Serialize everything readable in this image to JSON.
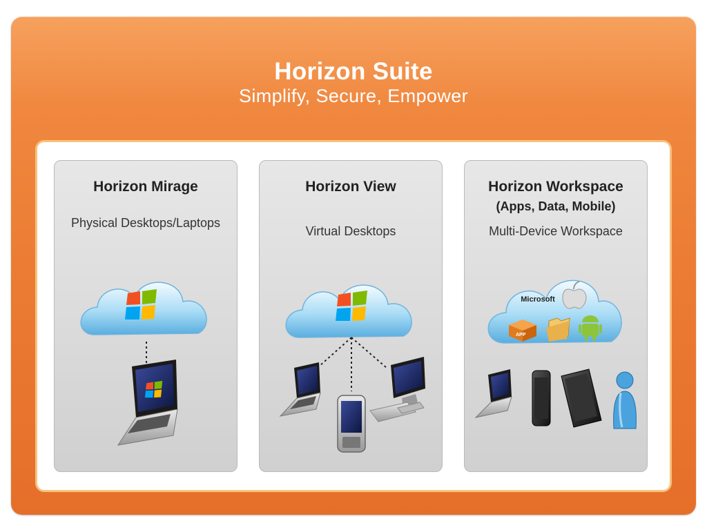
{
  "suite": {
    "title": "Horizon Suite",
    "subtitle": "Simplify, Secure, Empower"
  },
  "panels": [
    {
      "title": "Horizon Mirage",
      "subtitle": "",
      "description": "Physical Desktops/Laptops",
      "icons": [
        "cloud-icon",
        "windows-logo-icon",
        "laptop-icon"
      ]
    },
    {
      "title": "Horizon View",
      "subtitle": "",
      "description": "Virtual Desktops",
      "icons": [
        "cloud-icon",
        "windows-logo-icon",
        "laptop-icon",
        "mobile-phone-icon",
        "desktop-monitor-icon"
      ]
    },
    {
      "title": "Horizon Workspace",
      "subtitle": "(Apps, Data, Mobile)",
      "description": "Multi-Device Workspace",
      "cloud_label": "Microsoft",
      "app_box_label": "APP",
      "icons": [
        "cloud-icon",
        "apple-logo-icon",
        "app-box-icon",
        "folder-icon",
        "android-icon",
        "laptop-icon",
        "smartphone-icon",
        "tablet-icon",
        "user-icon"
      ]
    }
  ],
  "colors": {
    "suite_orange": "#eb7a32",
    "panel_gray": "#d8d8d8",
    "cloud_blue": "#7fc3ea"
  }
}
